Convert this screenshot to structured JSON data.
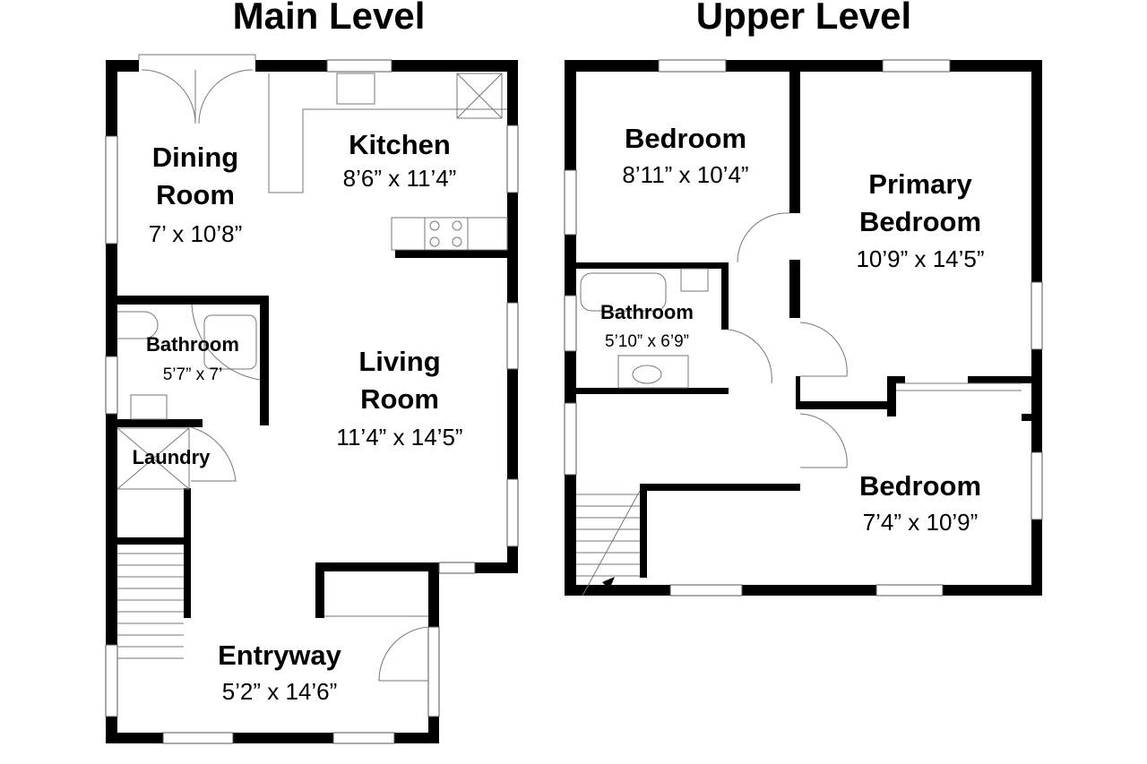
{
  "main_level": {
    "title": "Main Level",
    "rooms": [
      {
        "name_lines": [
          "Dining",
          "Room"
        ],
        "dims": "7’ x 10’8”"
      },
      {
        "name_lines": [
          "Kitchen"
        ],
        "dims": "8’6” x 11’4”"
      },
      {
        "name_lines": [
          "Bathroom"
        ],
        "dims": "5’7” x 7’"
      },
      {
        "name_lines": [
          "Laundry"
        ],
        "dims": ""
      },
      {
        "name_lines": [
          "Living",
          "Room"
        ],
        "dims": "11’4” x 14’5”"
      },
      {
        "name_lines": [
          "Entryway"
        ],
        "dims": "5’2” x 14’6”"
      }
    ]
  },
  "upper_level": {
    "title": "Upper Level",
    "rooms": [
      {
        "name_lines": [
          "Bedroom"
        ],
        "dims": "8’11” x 10’4”"
      },
      {
        "name_lines": [
          "Primary",
          "Bedroom"
        ],
        "dims": "10’9” x 14’5”"
      },
      {
        "name_lines": [
          "Bathroom"
        ],
        "dims": "5’10” x 6’9”"
      },
      {
        "name_lines": [
          "Bedroom"
        ],
        "dims": "7’4” x 10’9”"
      }
    ]
  }
}
